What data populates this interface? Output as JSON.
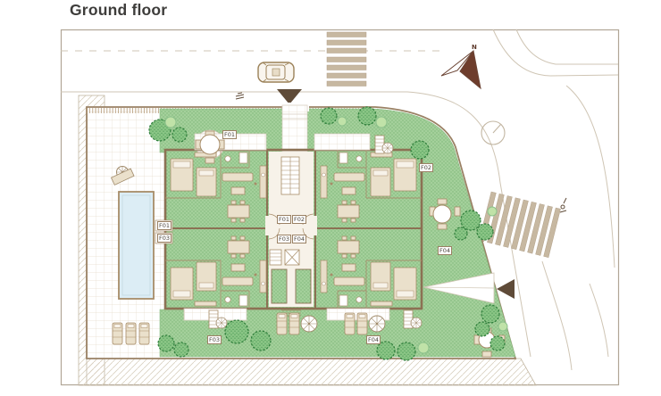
{
  "header": {
    "title": "Ground floor"
  },
  "plan": {
    "north_label": "N",
    "unit_labels": [
      {
        "id": "f01-north-garden",
        "text": "F01"
      },
      {
        "id": "f02-east-garden",
        "text": "F02"
      },
      {
        "id": "f01-west",
        "text": "F01"
      },
      {
        "id": "f03-west",
        "text": "F03"
      },
      {
        "id": "f01-entrance",
        "text": "F01"
      },
      {
        "id": "f02-entrance",
        "text": "F02"
      },
      {
        "id": "f03-entrance",
        "text": "F03"
      },
      {
        "id": "f04-entrance",
        "text": "F04"
      },
      {
        "id": "f04-east",
        "text": "F04"
      },
      {
        "id": "f03-south-garden",
        "text": "F03"
      },
      {
        "id": "f04-south-garden",
        "text": "F04"
      }
    ],
    "colors": {
      "lawn": "#a4d09b",
      "tree": "#8ac585",
      "wall": "#8c7154",
      "pool": "#dcedf5",
      "entrance_arrow": "#5f4b38",
      "north_arrow": "#6e3d2c",
      "crosswalk": "#c7b8a1",
      "road_line": "#cfc5b4",
      "title_text": "#3e3d3b"
    }
  }
}
